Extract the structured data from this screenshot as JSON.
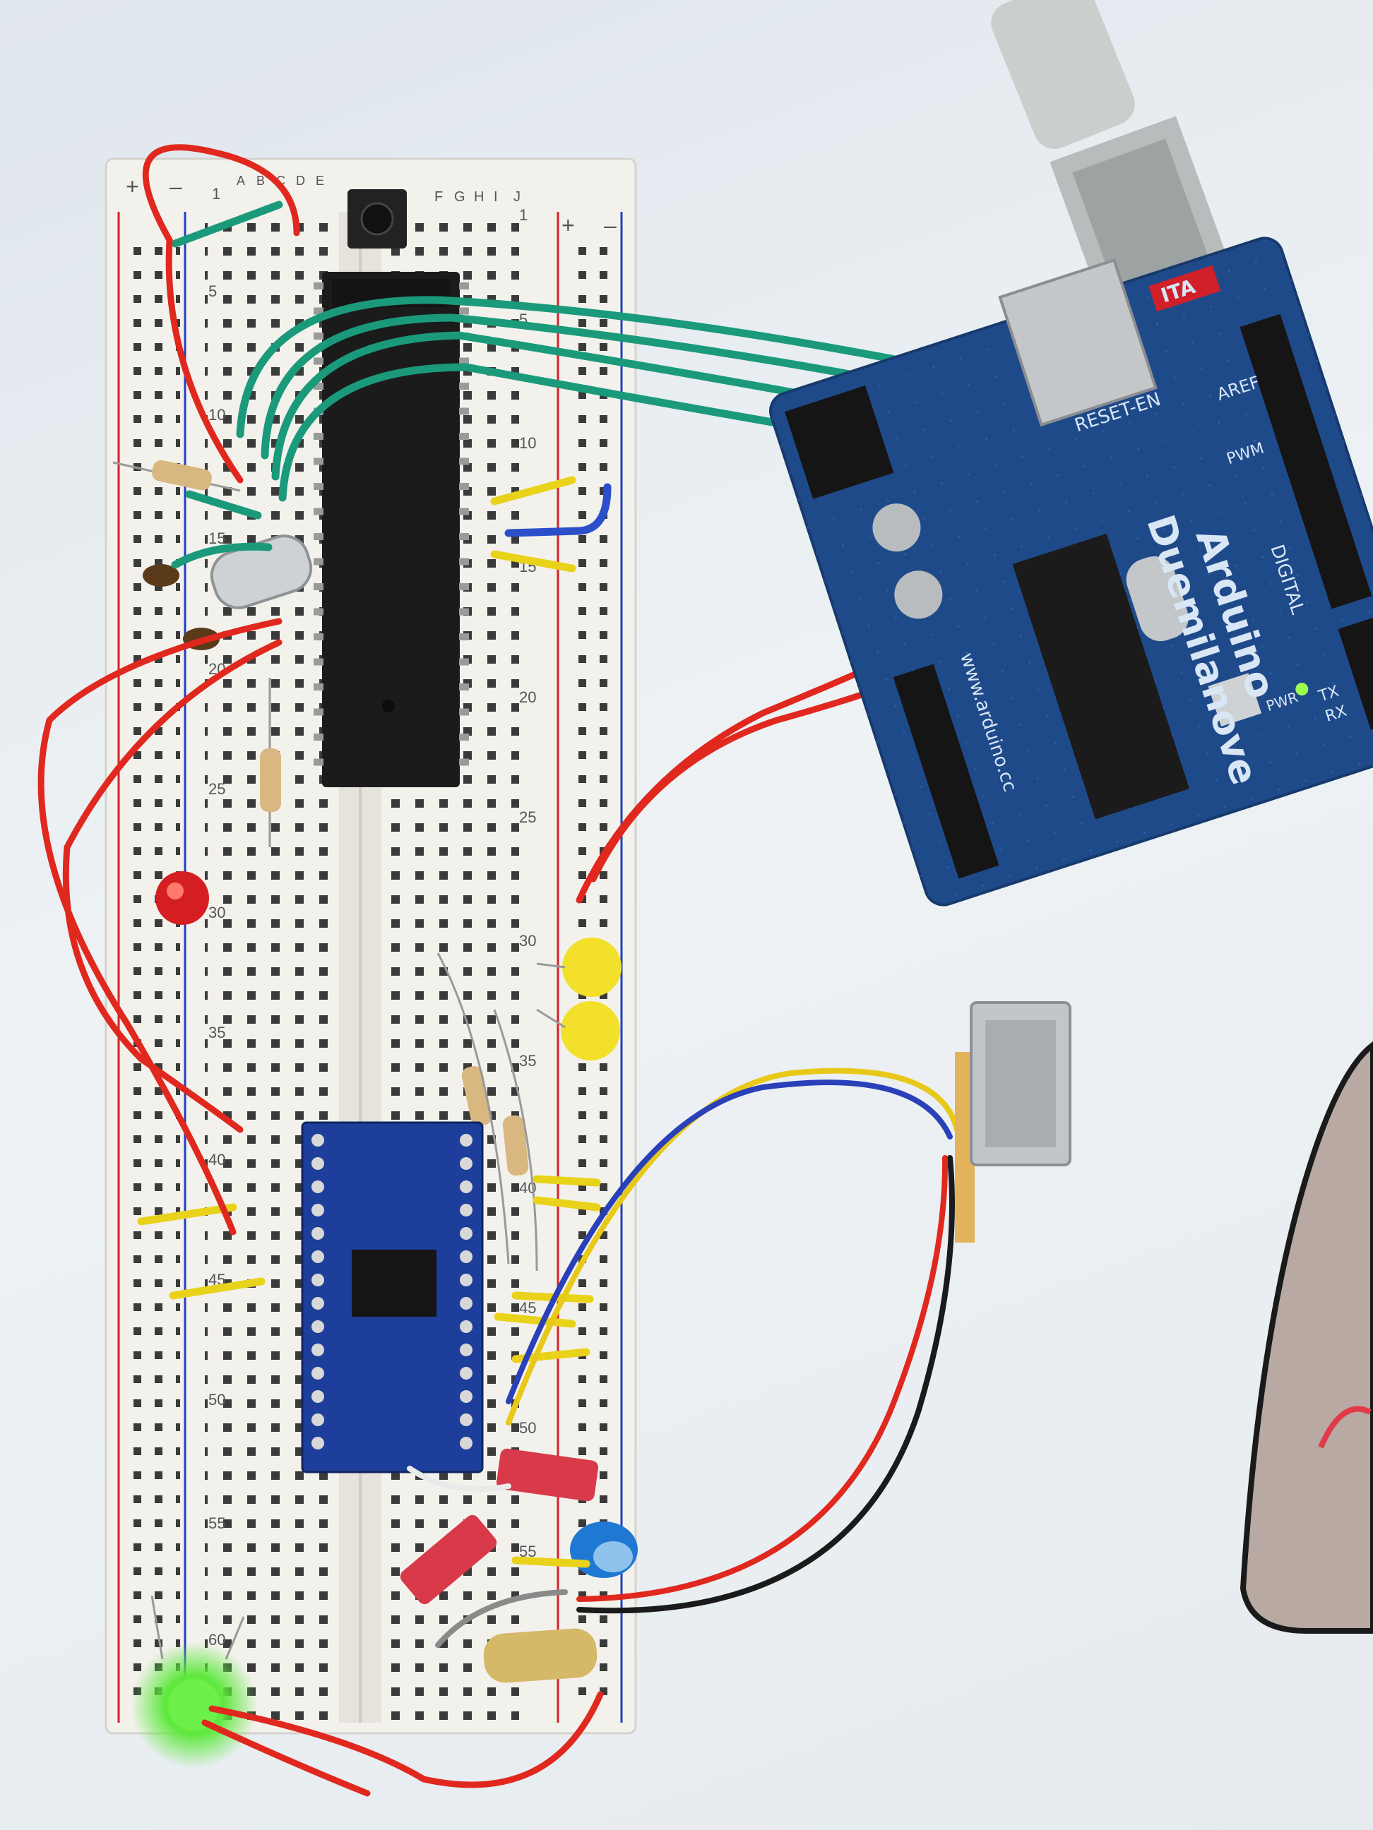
{
  "breadboard": {
    "columns_left": [
      "A",
      "B",
      "C",
      "D",
      "E"
    ],
    "columns_right": [
      "F",
      "G",
      "H",
      "I",
      "J"
    ],
    "row_numbers": [
      "1",
      "5",
      "10",
      "15",
      "20",
      "25",
      "30",
      "35",
      "40",
      "45",
      "50",
      "55",
      "60"
    ],
    "rail_plus": "+",
    "rail_minus": "–"
  },
  "arduino": {
    "name_line1": "Arduino",
    "name_line2": "Duemilanove",
    "url": "www.arduino.cc",
    "reset_label": "RESET-EN",
    "digital_label": "DIGITAL",
    "aref_label": "AREF",
    "pwm_label": "PWM",
    "tx_label": "TX",
    "rx_label": "RX",
    "pwr_label": "PWR",
    "logo": "ITA"
  },
  "colors": {
    "wire_green": "#1a9a7a",
    "wire_red": "#e0281e",
    "wire_yellow": "#e8d21a",
    "wire_blue": "#2a4fc8",
    "board_blue": "#1f4a8a",
    "chip_black": "#1b1b1b"
  }
}
